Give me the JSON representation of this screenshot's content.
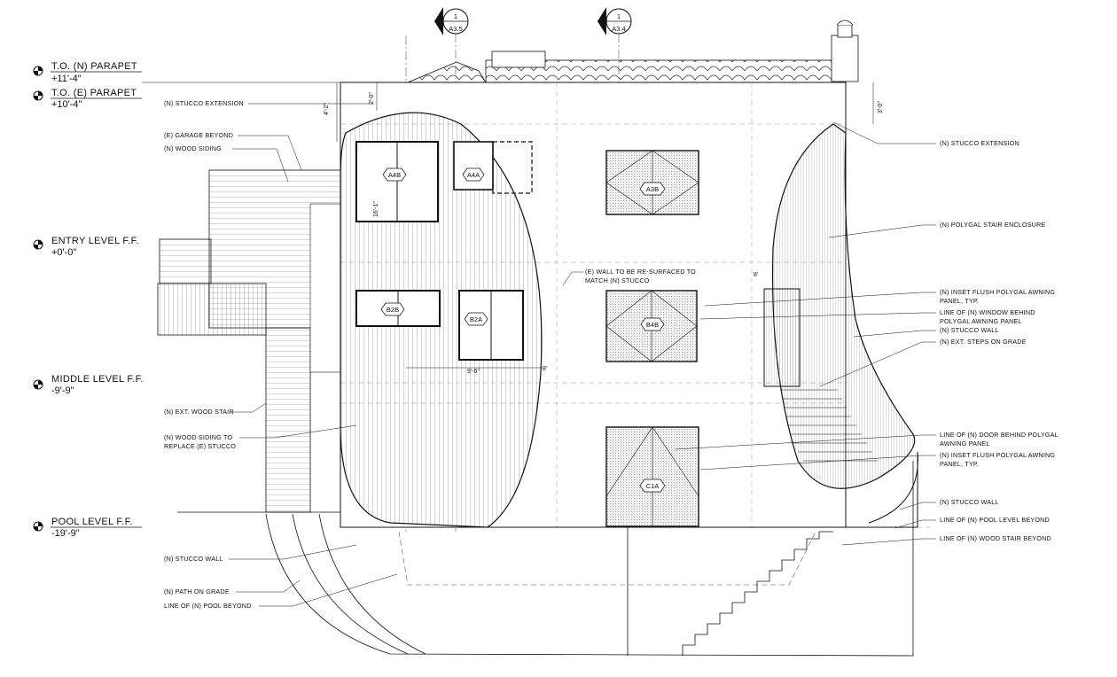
{
  "levels": [
    {
      "name": "T.O. (N) PARAPET",
      "elev": "+11'-4\""
    },
    {
      "name": "T.O. (E) PARAPET",
      "elev": "+10'-4\""
    },
    {
      "name": "ENTRY LEVEL F.F.",
      "elev": "+0'-0\""
    },
    {
      "name": "MIDDLE LEVEL F.F.",
      "elev": "-9'-9\""
    },
    {
      "name": "POOL LEVEL F.F.",
      "elev": "-19'-9\""
    }
  ],
  "section_markers": [
    {
      "num": "1",
      "sheet": "A3.5"
    },
    {
      "num": "1",
      "sheet": "A3.4"
    }
  ],
  "notes_left": [
    "(N) STUCCO EXTENSION",
    "(E) GARAGE BEYOND",
    "(N) WOOD SIDING",
    "(N) EXT. WOOD STAIR",
    "(N) WOOD SIDING TO",
    "REPLACE (E) STUCCO",
    "(N) STUCCO WALL",
    "(N) PATH ON GRADE",
    "LINE OF (N) POOL BEYOND"
  ],
  "notes_right": [
    "(N) STUCCO EXTENSION",
    "(N) POLYGAL STAIR ENCLOSURE",
    "(N) INSET FLUSH POLYGAL AWNING",
    "PANEL, TYP.",
    "LINE OF (N) WINDOW BEHIND",
    "POLYGAL AWNING PANEL",
    "(N) STUCCO WALL",
    "(N) EXT. STEPS ON GRADE",
    "LINE OF (N) DOOR BEHIND POLYGAL",
    "AWNING PANEL",
    "(N) INSET FLUSH POLYGAL AWNING",
    "PANEL, TYP.",
    "(N) STUCCO WALL",
    "LINE OF (N) POOL LEVEL BEYOND",
    "LINE OF (N) WOOD STAIR BEYOND"
  ],
  "notes_center": [
    "(E) WALL TO BE RE-SURFACED TO",
    "MATCH (N) STUCCO"
  ],
  "window_tags": [
    "A4B",
    "A4A",
    "A3B",
    "B2B",
    "B2A",
    "B4B",
    "C1A"
  ],
  "dimensions": [
    "2'-0\"",
    "4'-2\"",
    "3'-0\"",
    "16'-1\"",
    "9'-6\"",
    "8'",
    "8'"
  ]
}
